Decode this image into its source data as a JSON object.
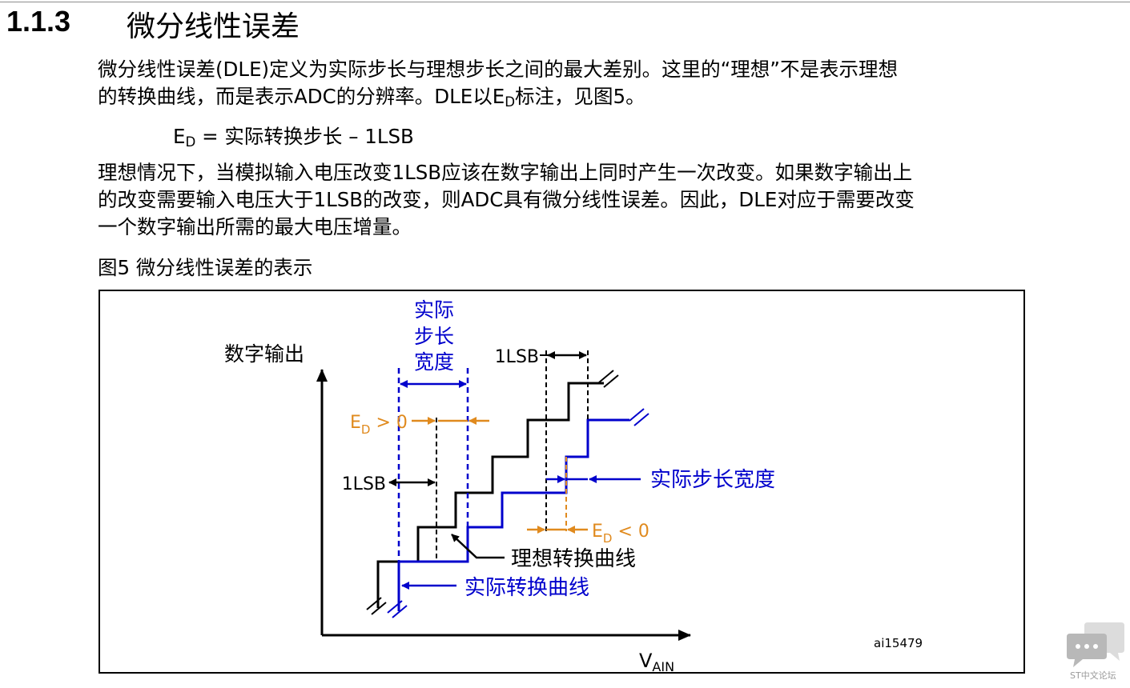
{
  "section": {
    "number": "1.1.3",
    "title": "微分线性误差"
  },
  "para1": {
    "line1": "微分线性误差(DLE)定义为实际步长与理想步长之间的最大差别。这里的“理想”不是表示理想",
    "line2_a": "的转换曲线，而是表示ADC的分辨率。DLE以E",
    "line2_sub": "D",
    "line2_b": "标注，见图5。"
  },
  "formula": {
    "lhs": "E",
    "lhs_sub": "D",
    "rhs": " = 实际转换步长 – 1LSB"
  },
  "para2": {
    "line1": "理想情况下，当模拟输入电压改变1LSB应该在数字输出上同时产生一次改变。如果数字输出上",
    "line2": "的改变需要输入电压大于1LSB的改变，则ADC具有微分线性误差。因此，DLE对应于需要改变",
    "line3": "一个数字输出所需的最大电压增量。"
  },
  "caption": "图5  微分线性误差的表示",
  "figure": {
    "y_axis_label": "数字输出",
    "x_axis_label": "V",
    "x_axis_sub": "AIN",
    "actual_step_width_top": [
      "实际",
      "步长",
      "宽度"
    ],
    "lsb_top": "1LSB",
    "lsb_left": "1LSB",
    "ed_pos": "E",
    "ed_pos_sub": "D",
    "ed_pos_rel": " > 0",
    "ed_neg": "E",
    "ed_neg_sub": "D",
    "ed_neg_rel": " < 0",
    "actual_step_width_right": "实际步长宽度",
    "ideal_curve_label": "理想转换曲线",
    "actual_curve_label": "实际转换曲线",
    "figure_id": "ai15479"
  },
  "watermark": {
    "label": "ST中文论坛"
  },
  "colors": {
    "ideal": "#000000",
    "actual": "#0000cc",
    "error": "#e08a1e"
  }
}
